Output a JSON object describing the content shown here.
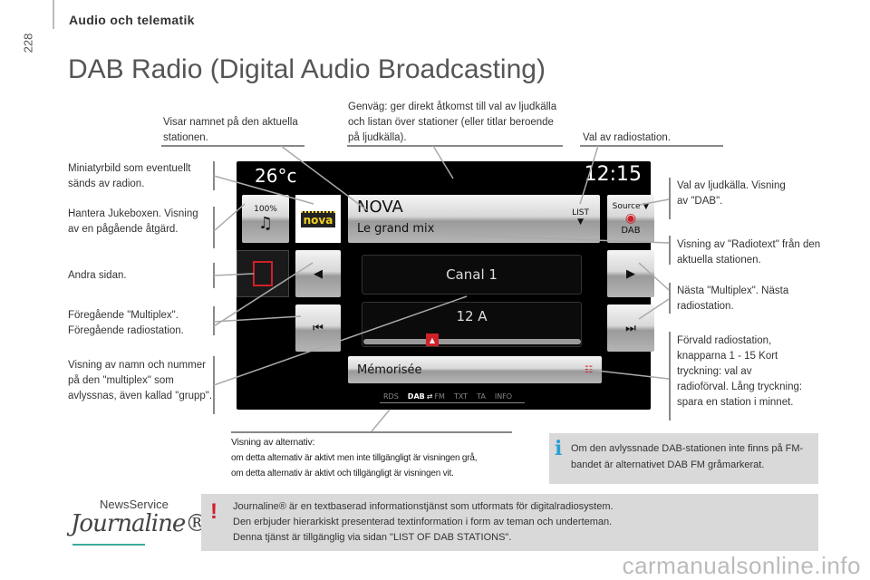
{
  "header": {
    "section": "Audio och telematik",
    "page_number": "228",
    "title": "DAB Radio (Digital Audio Broadcasting)"
  },
  "callouts": {
    "station_name": "Visar namnet på den aktuella stationen.",
    "shortcut": "Genväg: ger direkt åtkomst till val av ljudkälla och listan över stationer (eller titlar beroende på ljudkälla).",
    "station_select": "Val av radiostation.",
    "thumbnail": "Miniatyrbild som eventuellt sänds av radion.",
    "jukebox": "Hantera Jukeboxen. Visning av en pågående åtgärd.",
    "second_page": "Andra sidan.",
    "prev_multiplex": "Föregående \"Multiplex\". Föregående radiostation.",
    "multiplex_name": "Visning av namn och nummer på den \"multiplex\" som avlyssnas, även kallad \"grupp\".",
    "source": "Val av ljudkälla. Visning av \"DAB\".",
    "radiotext": "Visning av \"Radiotext\" från den aktuella stationen.",
    "next_multiplex": "Nästa \"Multiplex\". Nästa radiostation.",
    "presets": "Förvald radiostation, knapparna 1 - 15 Kort tryckning: val av radioförval. Lång tryckning: spara en station i minnet."
  },
  "screen": {
    "temperature": "26°c",
    "clock": "12:15",
    "jukebox_percent": "100%",
    "station_logo": "nova",
    "station": "NOVA",
    "radiotext": "Le grand mix",
    "list": "LIST",
    "source": "Source ▼",
    "source_type": "DAB",
    "channel": "Canal 1",
    "multiplex": "12 A",
    "preset": "Mémorisée",
    "options": [
      "RDS",
      "DAB",
      "FM",
      "TXT",
      "TA",
      "INFO"
    ]
  },
  "alternatives": {
    "title": "Visning av alternativ:",
    "line1": "om detta alternativ är aktivt men inte tillgängligt är visningen grå,",
    "line2": "om detta alternativ är aktivt och tillgängligt är visningen vit."
  },
  "info_note": "Om den avlyssnade DAB-stationen inte finns på FM-bandet är alternativet DAB FM gråmarkerat.",
  "journaline": {
    "logo_top": "NewsService",
    "logo_bottom": "Journaline®",
    "line1": "Journaline® är en textbaserad informationstjänst som utformats för digitalradiosystem.",
    "line2": "Den erbjuder hierarkiskt presenterad textinformation i form av teman och underteman.",
    "line3": "Denna tjänst är tillgänglig via sidan \"LIST OF DAB STATIONS\"."
  },
  "watermark": "carmanualsonline.info",
  "colors": {
    "accent_red": "#d0202a",
    "info_blue": "#2a9fd6",
    "note_bg": "#d9d9d9"
  }
}
